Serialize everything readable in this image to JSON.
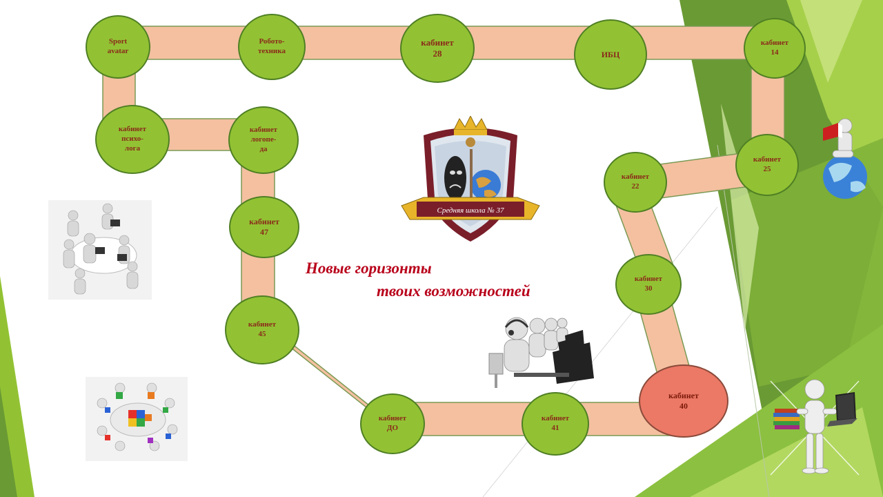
{
  "colors": {
    "node_green": "#92c233",
    "node_red": "#ec7866",
    "path_fill": "#f4c0a0",
    "slogan_red": "#b8001a",
    "bg_green_dark": "#5c8f2a",
    "bg_green_light": "#a6d04a"
  },
  "nodes": {
    "sport": "Sport\navatar",
    "robotics": "Робото-\nтехника",
    "cab28": "кабинет\n28",
    "ibc": "ИБЦ",
    "cab14": "кабинет\n14",
    "psych": "кабинет\nпсихо-\nлога",
    "logoped": "кабинет\nлогопе-\nда",
    "cab47": "кабинет\n47",
    "cab45": "кабинет\n45",
    "do": "кабинет\nДО",
    "cab41": "кабинет\n41",
    "cab40": "кабинет\n40",
    "cab30": "кабинет\n30",
    "cab22": "кабинет\n22",
    "cab25": "кабинет\n25"
  },
  "slogan": {
    "line1": "Новые горизонты",
    "line2": "твоих  возможностей"
  },
  "emblem": {
    "label": "Средняя школа № 37"
  },
  "icons": {
    "meeting": "meeting-table-icon",
    "puzzle": "puzzle-team-icon",
    "callcenter": "call-center-icon",
    "reader": "reader-on-globe-icon",
    "library": "book-laptop-icon",
    "emblem": "school-emblem-icon"
  }
}
